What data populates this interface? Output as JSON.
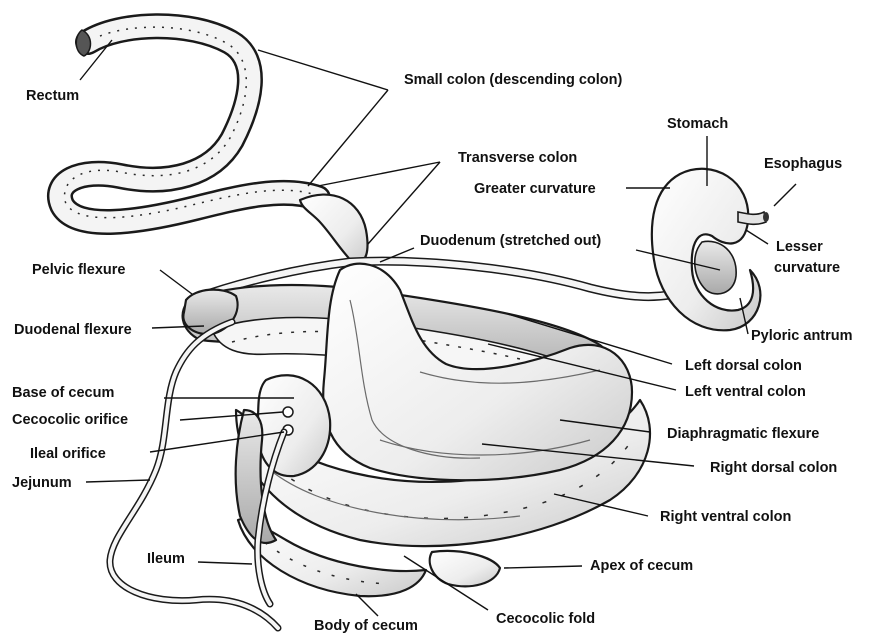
{
  "labels": {
    "rectum": "Rectum",
    "small_colon": "Small colon (descending colon)",
    "stomach": "Stomach",
    "transverse_colon": "Transverse colon",
    "esophagus": "Esophagus",
    "greater_curvature": "Greater curvature",
    "duodenum": "Duodenum (stretched out)",
    "lesser_curvature_1": "Lesser",
    "lesser_curvature_2": "curvature",
    "pelvic_flexure": "Pelvic flexure",
    "duodenal_flexure": "Duodenal flexure",
    "pyloric_antrum": "Pyloric antrum",
    "left_dorsal_colon": "Left dorsal colon",
    "base_of_cecum": "Base of cecum",
    "left_ventral_colon": "Left ventral colon",
    "cecocolic_orifice": "Cecocolic orifice",
    "diaphragmatic_flexure": "Diaphragmatic flexure",
    "ileal_orifice": "Ileal orifice",
    "right_dorsal_colon": "Right dorsal colon",
    "jejunum": "Jejunum",
    "right_ventral_colon": "Right ventral colon",
    "ileum": "Ileum",
    "apex_of_cecum": "Apex of cecum",
    "cecocolic_fold": "Cecocolic fold",
    "body_of_cecum": "Body of cecum"
  },
  "colors": {
    "ink": "#111111",
    "tissue_fill": "#f4f4f4",
    "tissue_shadow": "#bdbdbd",
    "background": "#ffffff"
  }
}
